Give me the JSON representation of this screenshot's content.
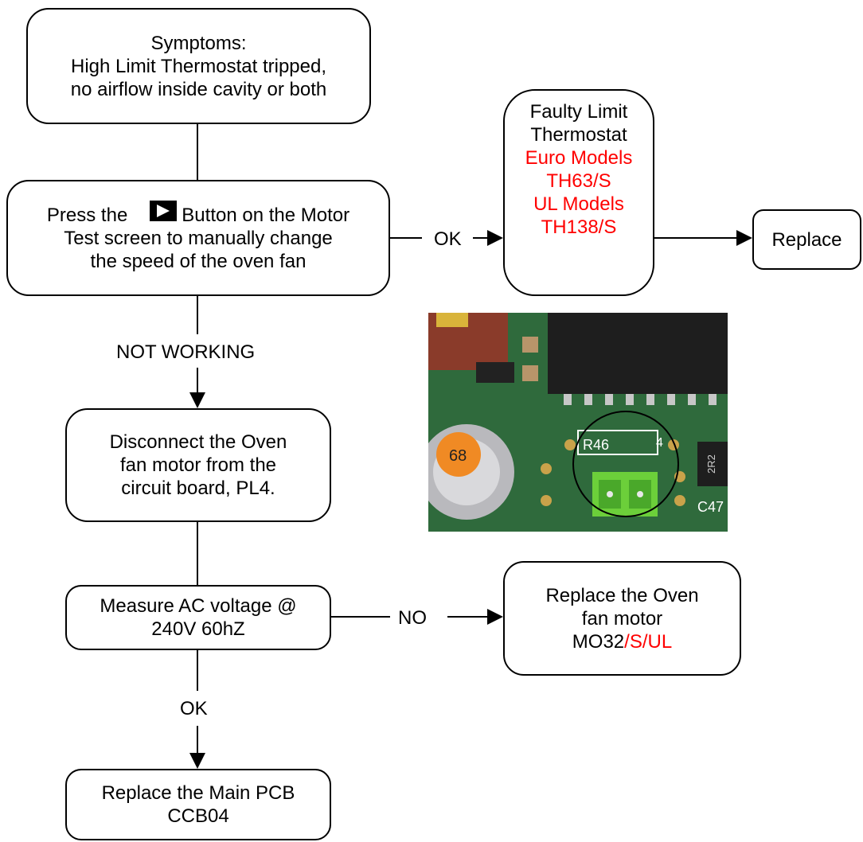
{
  "symptoms": {
    "line1": "Symptoms:",
    "line2": "High Limit Thermostat tripped,",
    "line3": "no airflow inside cavity or both"
  },
  "press_button": {
    "prefix": "Press the",
    "suffix": "Button on the Motor",
    "line2": "Test screen to manually change",
    "line3": "the speed of the oven fan",
    "icon": "play-icon"
  },
  "faulty_thermostat": {
    "line1": "Faulty Limit",
    "line2": "Thermostat",
    "euro_label": "Euro Models",
    "euro_part": "TH63/S",
    "ul_label": "UL Models",
    "ul_part": "TH138/S"
  },
  "replace_box": {
    "label": "Replace"
  },
  "disconnect": {
    "line1": "Disconnect the Oven",
    "line2": "fan motor from the",
    "line3": "circuit board, PL4."
  },
  "measure": {
    "line1": "Measure AC voltage @",
    "line2": "240V 60hZ"
  },
  "replace_motor": {
    "line1": "Replace the Oven",
    "line2": "fan motor",
    "part_base": "MO32",
    "part_suffix": "/S/UL"
  },
  "replace_pcb": {
    "line1": "Replace the Main PCB",
    "line2": "CCB04"
  },
  "edges": {
    "ok_right": "OK",
    "not_working": "NOT WORKING",
    "no": "NO",
    "ok_down": "OK"
  },
  "photo": {
    "resistor_label": "R46",
    "inductor_label": "2R2",
    "capacitor_label": "C47",
    "pin_label": "4",
    "cap_marking": "68"
  },
  "colors": {
    "highlight": "#ff0000",
    "pcb_green": "#2f6a3c",
    "connector": "#6ccf3a"
  }
}
